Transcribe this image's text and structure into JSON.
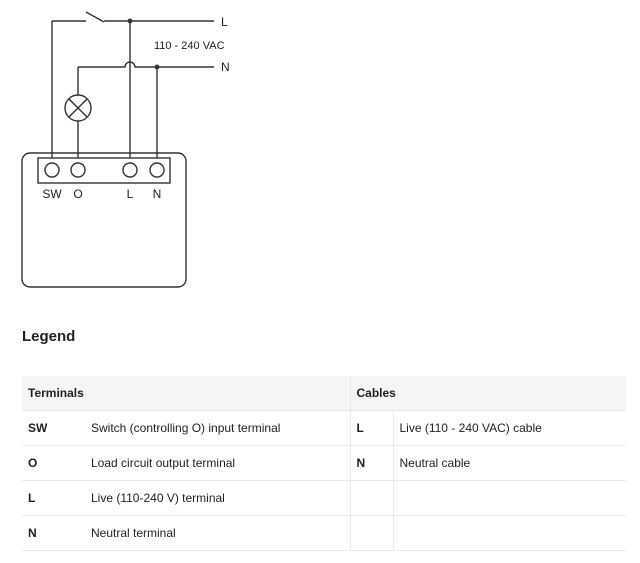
{
  "diagram": {
    "supply_label": "110 - 240 VAC",
    "line_L": "L",
    "line_N": "N",
    "terminals": [
      "SW",
      "O",
      "L",
      "N"
    ]
  },
  "legend": {
    "title": "Legend",
    "terminals_header": "Terminals",
    "cables_header": "Cables",
    "terminals": [
      {
        "code": "SW",
        "desc": "Switch (controlling O) input terminal"
      },
      {
        "code": "O",
        "desc": "Load circuit output terminal"
      },
      {
        "code": "L",
        "desc": "Live (110-240 V) terminal"
      },
      {
        "code": "N",
        "desc": "Neutral terminal"
      }
    ],
    "cables": [
      {
        "code": "L",
        "desc": "Live (110 - 240 VAC) cable"
      },
      {
        "code": "N",
        "desc": "Neutral cable"
      }
    ]
  }
}
